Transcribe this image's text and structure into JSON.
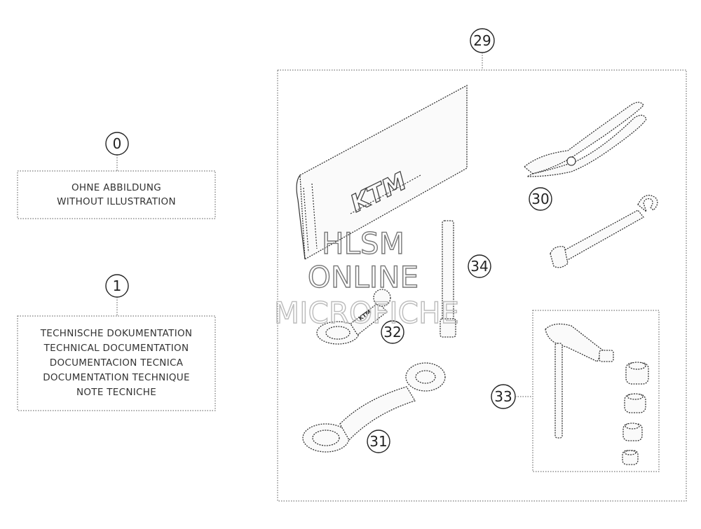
{
  "callouts": {
    "c0": "0",
    "c1": "1",
    "c29": "29",
    "c30": "30",
    "c31": "31",
    "c32": "32",
    "c33": "33",
    "c34": "34"
  },
  "label_box_0": {
    "line1": "OHNE ABBILDUNG",
    "line2": "WITHOUT ILLUSTRATION"
  },
  "label_box_1": {
    "line1": "TECHNISCHE DOKUMENTATION",
    "line2": "TECHNICAL DOCUMENTATION",
    "line3": "DOCUMENTACION TECNICA",
    "line4": "DOCUMENTATION TECHNIQUE",
    "line5": "NOTE TECNICHE"
  },
  "manual_brand": "KTM",
  "wrench_brand": "KTM",
  "watermark": {
    "line1": "HLSM",
    "line2": "ONLINE",
    "line3": "MICROFICHE"
  }
}
